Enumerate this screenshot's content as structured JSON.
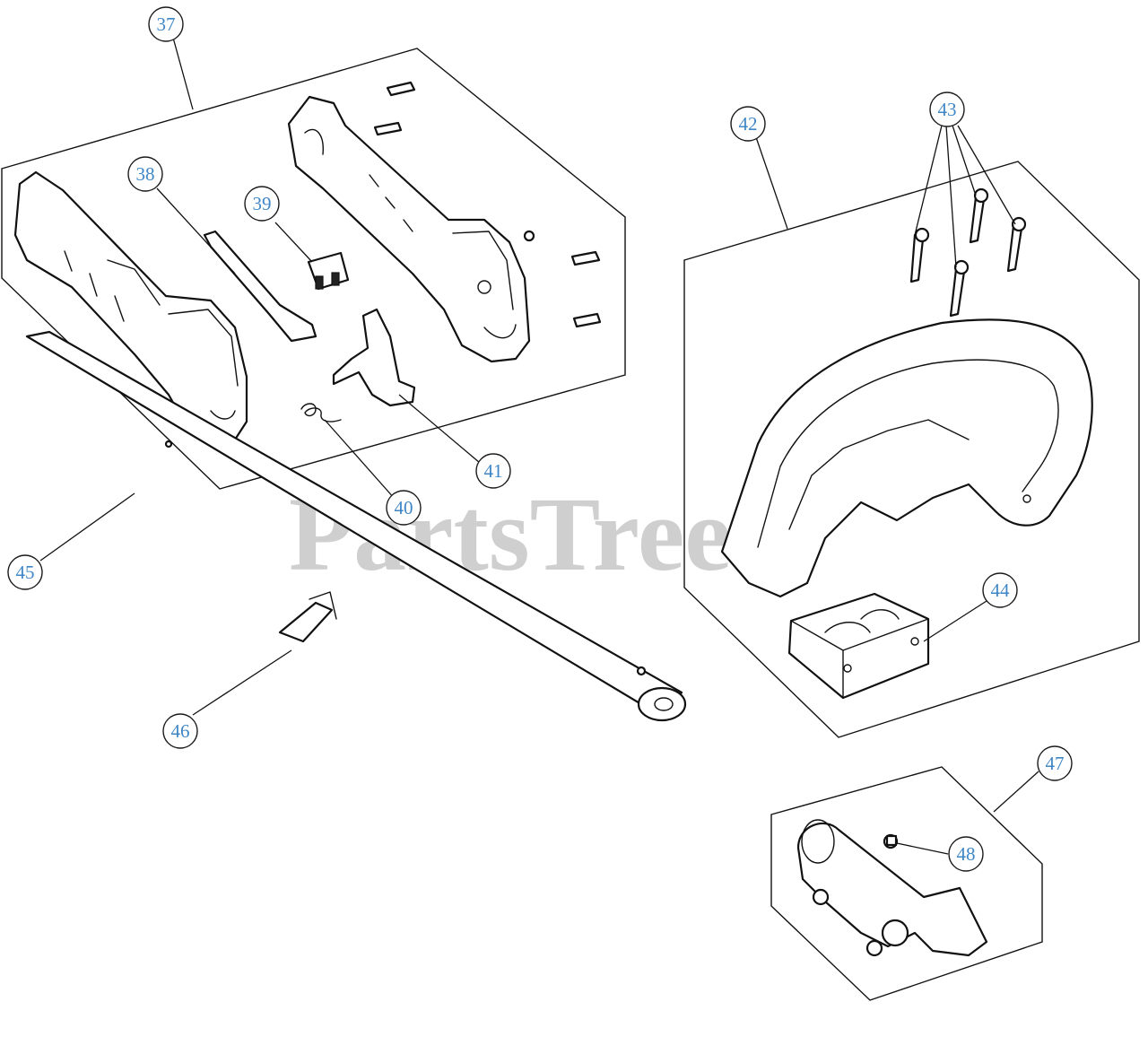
{
  "watermark": {
    "text": "PartsTree",
    "trademark": "™"
  },
  "colors": {
    "callout_text": "#3f86c6",
    "watermark": "#cfcfcf",
    "line": "#111111"
  },
  "callouts": [
    {
      "label": "37"
    },
    {
      "label": "38"
    },
    {
      "label": "39"
    },
    {
      "label": "40"
    },
    {
      "label": "41"
    },
    {
      "label": "42"
    },
    {
      "label": "43"
    },
    {
      "label": "44"
    },
    {
      "label": "45"
    },
    {
      "label": "46"
    },
    {
      "label": "47"
    },
    {
      "label": "48"
    }
  ]
}
